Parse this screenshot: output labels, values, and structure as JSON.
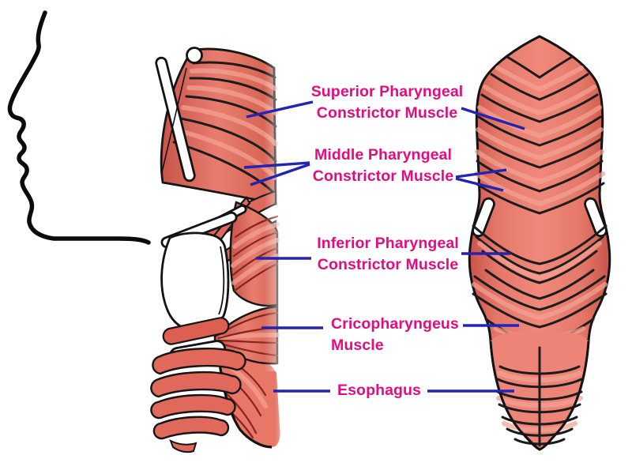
{
  "title": "Pharyngeal constrictor muscles and esophagus diagram",
  "colors": {
    "label-text": "#e10d7f",
    "leader-line": "#2323b4",
    "muscle-base": "#e06a5d",
    "muscle-shadow": "#a33228",
    "muscle-highlight": "#f3a294",
    "outline-black": "#131313",
    "bone-white": "#ffffff"
  },
  "labels": [
    {
      "id": "superior",
      "lines": [
        "Superior Pharyngeal",
        "Constrictor Muscle"
      ]
    },
    {
      "id": "middle",
      "lines": [
        "Middle Pharyngeal",
        "Constrictor Muscle"
      ]
    },
    {
      "id": "inferior",
      "lines": [
        "Inferior Pharyngeal",
        "Constrictor Muscle"
      ]
    },
    {
      "id": "cricopharyngeus",
      "lines": [
        "Cricopharyngeus",
        "Muscle"
      ]
    },
    {
      "id": "esophagus",
      "lines": [
        "Esophagus"
      ]
    }
  ],
  "views": [
    {
      "id": "lateral",
      "name": "Lateral head and neck view"
    },
    {
      "id": "posterior",
      "name": "Posterior pharynx view"
    }
  ]
}
